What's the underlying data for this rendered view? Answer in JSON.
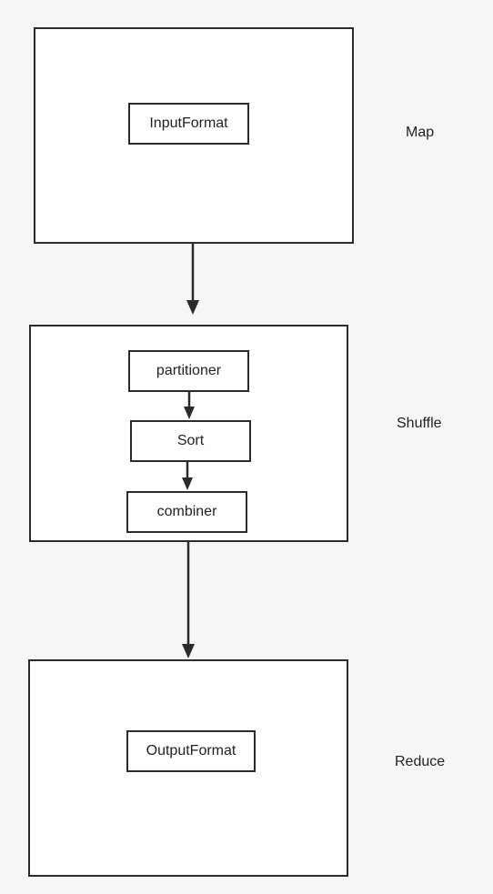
{
  "stages": {
    "map": {
      "label": "Map",
      "nodes": {
        "inputformat": "InputFormat"
      }
    },
    "shuffle": {
      "label": "Shuffle",
      "nodes": {
        "partitioner": "partitioner",
        "sort": "Sort",
        "combiner": "combiner"
      }
    },
    "reduce": {
      "label": "Reduce",
      "nodes": {
        "outputformat": "OutputFormat"
      }
    }
  },
  "edges": [
    {
      "from": "map",
      "to": "shuffle"
    },
    {
      "from": "partitioner",
      "to": "sort"
    },
    {
      "from": "sort",
      "to": "combiner"
    },
    {
      "from": "shuffle",
      "to": "reduce"
    }
  ],
  "colors": {
    "stroke": "#2b2b2b",
    "background": "#f6f6f6",
    "box_fill": "#ffffff"
  }
}
